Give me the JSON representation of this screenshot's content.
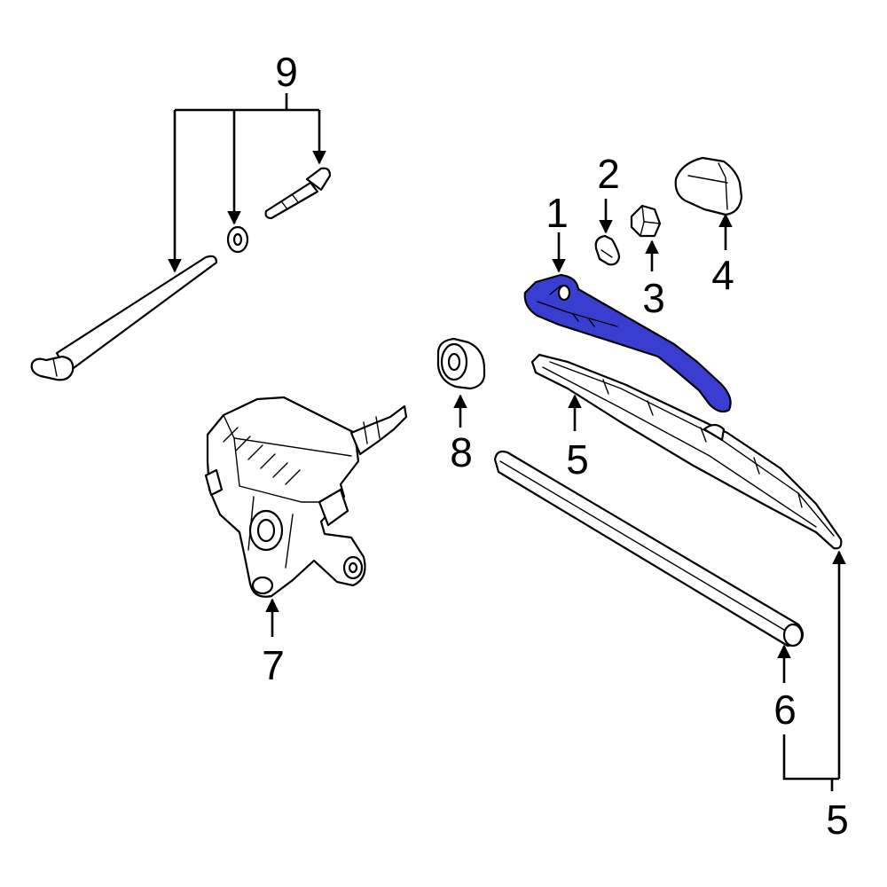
{
  "callouts": {
    "c1": "1",
    "c2": "2",
    "c3": "3",
    "c4": "4",
    "c5a": "5",
    "c5b": "5",
    "c6": "6",
    "c7": "7",
    "c8": "8",
    "c9": "9"
  },
  "colors": {
    "highlight": "#3a3ed0",
    "line": "#000000",
    "background": "#ffffff"
  }
}
